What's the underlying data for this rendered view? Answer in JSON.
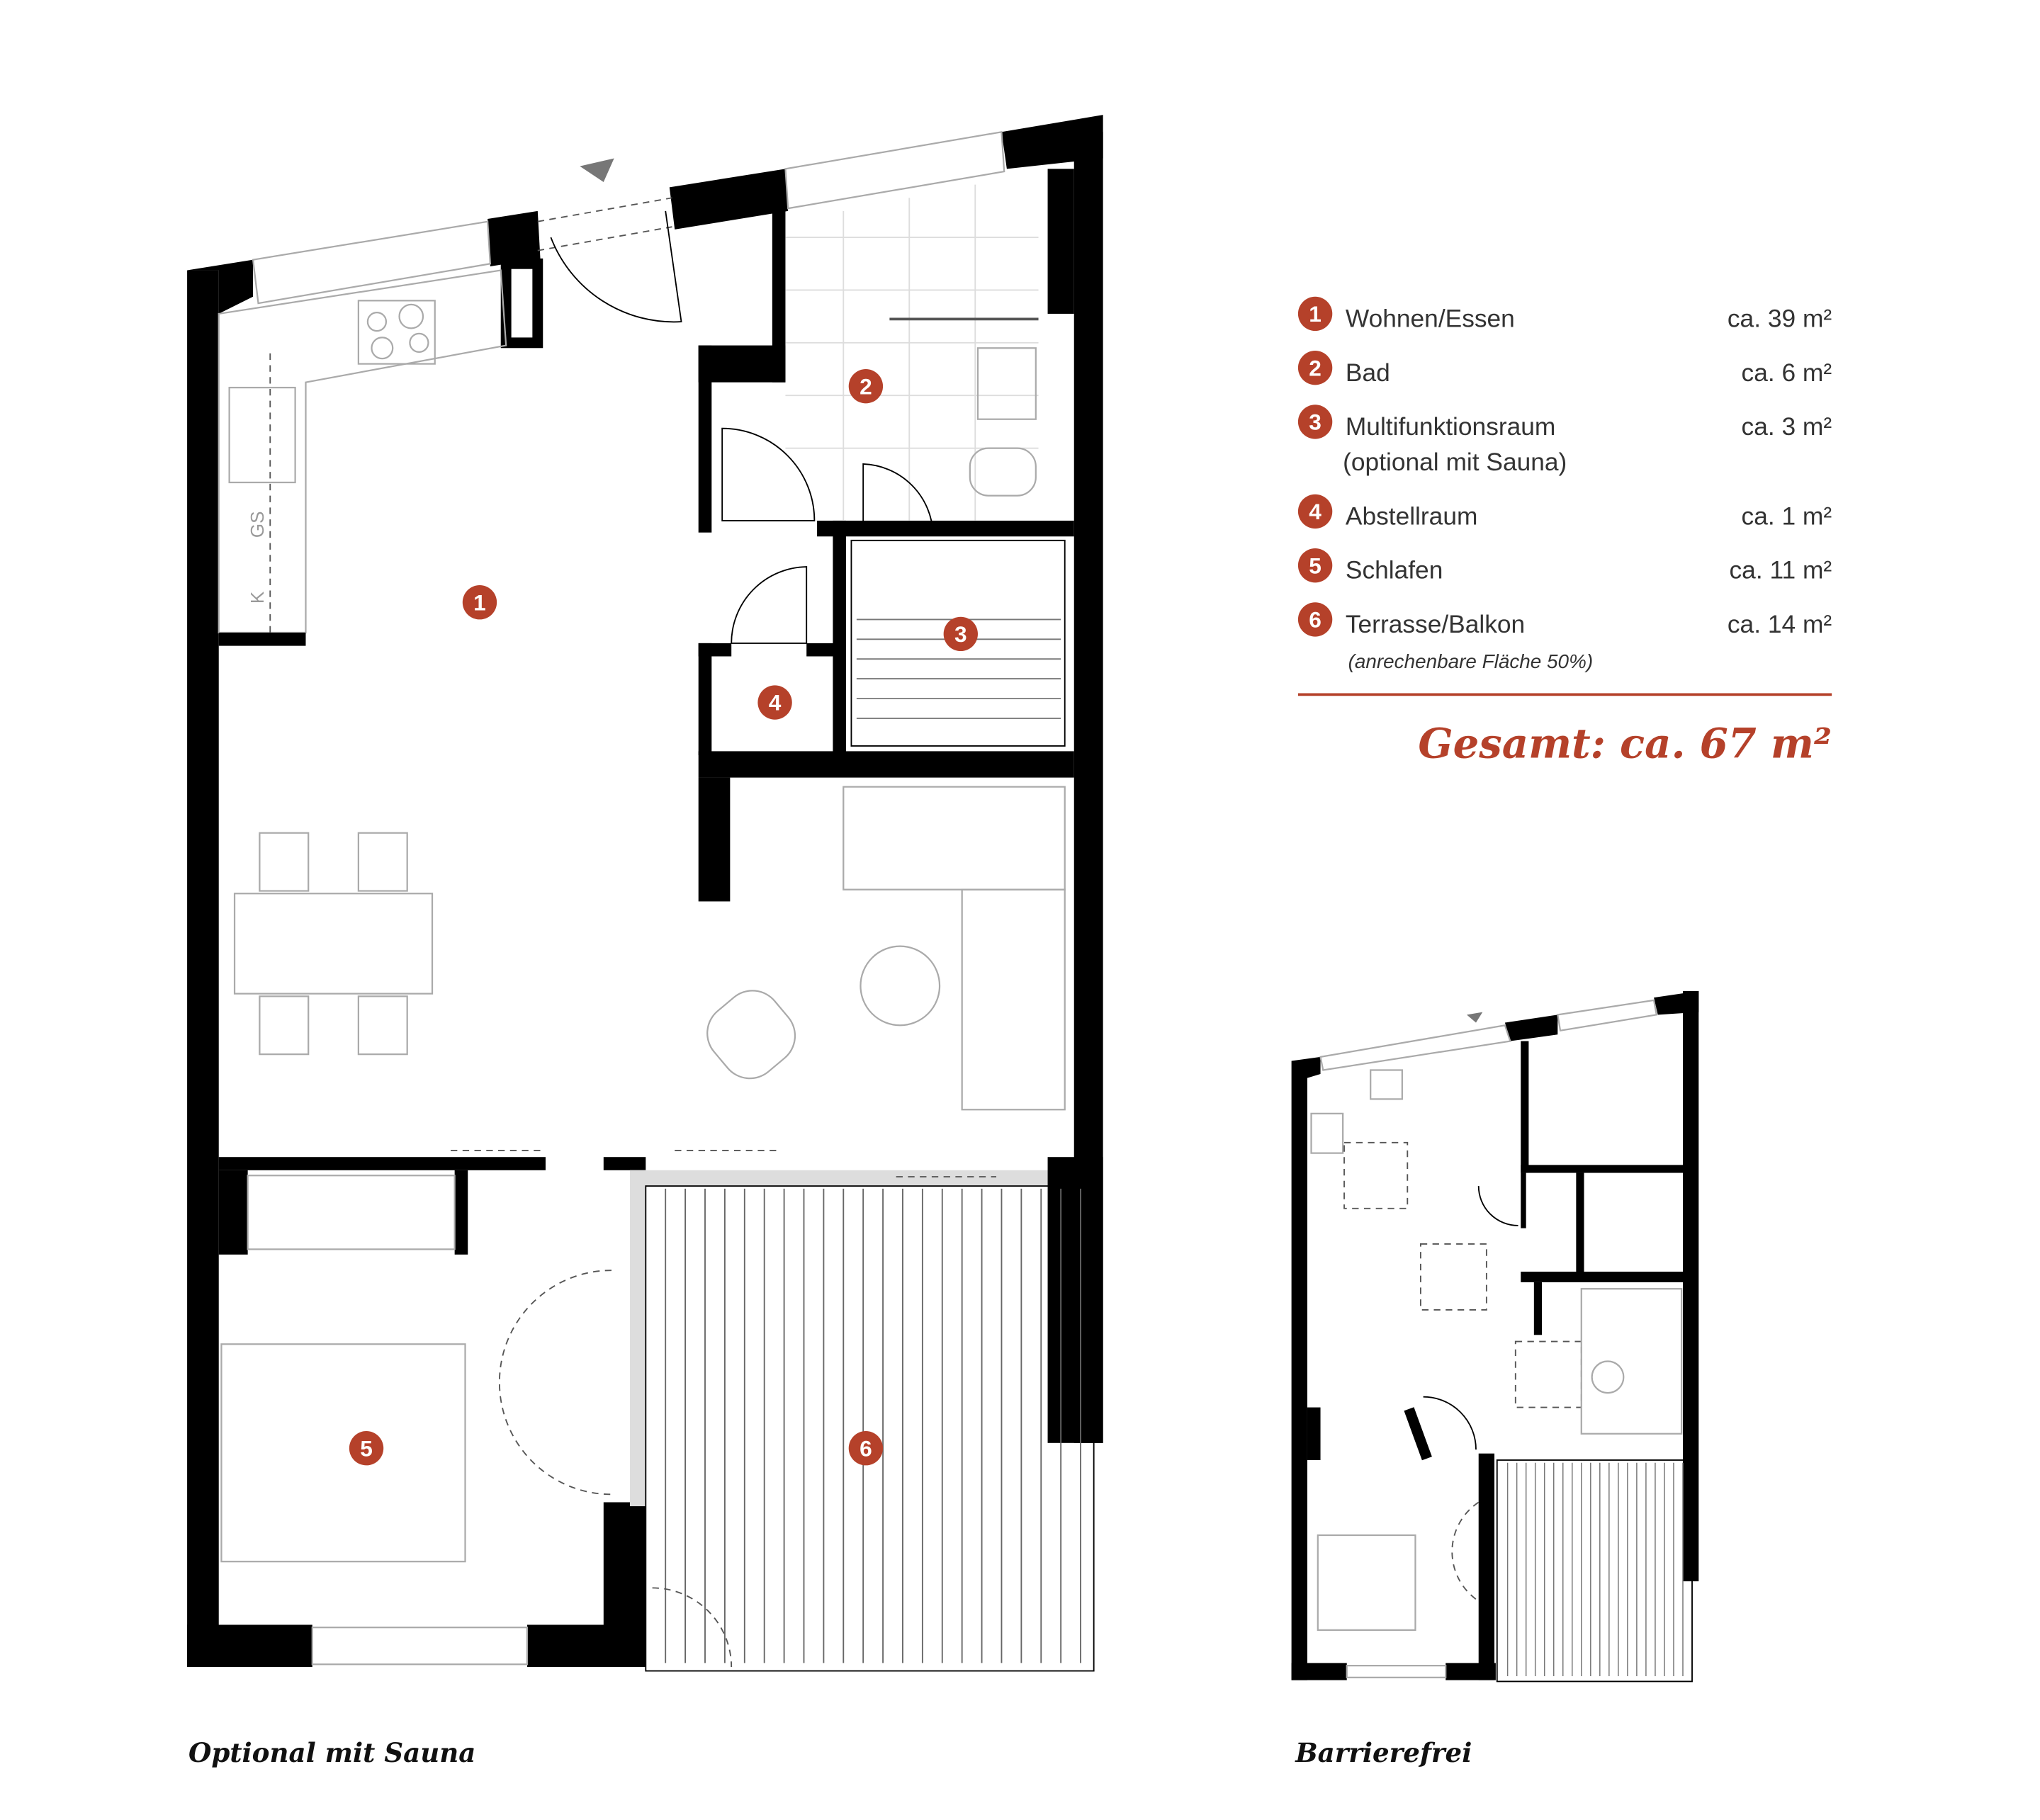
{
  "accent_color": "#b5412a",
  "rooms": [
    {
      "num": "1",
      "name": "Wohnen/Essen",
      "area": "ca. 39  m²"
    },
    {
      "num": "2",
      "name": "Bad",
      "area": "ca. 6  m²"
    },
    {
      "num": "3",
      "name": "Multifunktionsraum",
      "sub": "(optional mit Sauna)",
      "area": "ca. 3  m²"
    },
    {
      "num": "4",
      "name": "Abstellraum",
      "area": "ca. 1  m²"
    },
    {
      "num": "5",
      "name": "Schlafen",
      "area": "ca. 11  m²"
    },
    {
      "num": "6",
      "name": "Terrasse/Balkon",
      "note": "(anrechenbare Fläche 50%)",
      "area": "ca. 14  m²"
    }
  ],
  "total": "Gesamt: ca. 67 m²",
  "kitchen_labels": {
    "gs": "GS",
    "k": "K"
  },
  "captions": {
    "main": "Optional mit Sauna",
    "small": "Barrierefrei"
  }
}
